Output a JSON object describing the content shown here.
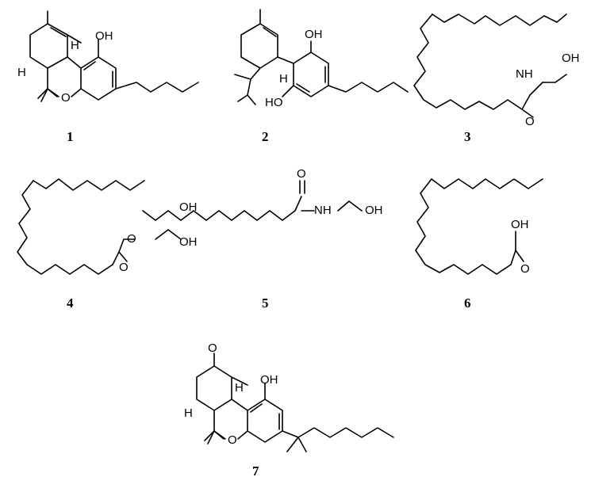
{
  "compounds": [
    {
      "number": "1",
      "atoms": {
        "oh": "OH",
        "o": "O",
        "h1": "H",
        "h2": "H"
      }
    },
    {
      "number": "2",
      "atoms": {
        "oh1": "OH",
        "oh2": "HO",
        "h": "H"
      }
    },
    {
      "number": "3",
      "atoms": {
        "nh": "NH",
        "oh": "OH",
        "o": "O"
      }
    },
    {
      "number": "4",
      "atoms": {
        "o": "O",
        "oh1": "OH",
        "oh2": "OH",
        "o2": "O"
      }
    },
    {
      "number": "5",
      "atoms": {
        "o": "O",
        "nh": "NH",
        "oh": "OH"
      }
    },
    {
      "number": "6",
      "atoms": {
        "oh": "OH",
        "o": "O"
      }
    },
    {
      "number": "7",
      "atoms": {
        "o1": "O",
        "oh": "OH",
        "o2": "O",
        "h1": "H",
        "h2": "H"
      }
    }
  ]
}
